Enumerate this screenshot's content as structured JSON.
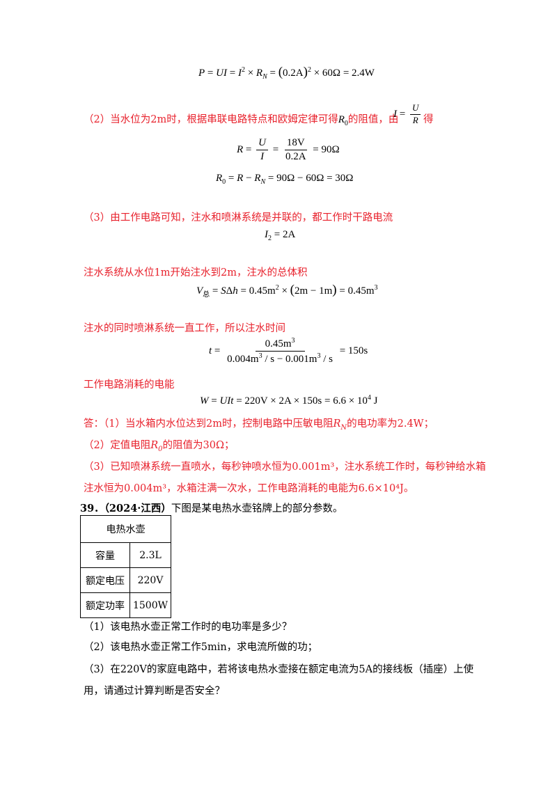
{
  "part2": {
    "text_before": "（2）当水位为2m时，根据串联电路特点和欧姆定律可得",
    "text_mid": "的阻值，由",
    "text_after": "得"
  },
  "part3": {
    "intro": "（3）由工作电路可知，注水和喷淋系统是并联的，都工作时干路电流",
    "volume_intro": "注水系统从水位1m开始注水到2m，注水的总体积",
    "time_intro": "注水的同时喷淋系统一直工作，所以注水时间",
    "energy_intro": "工作电路消耗的电能"
  },
  "answer": {
    "line1_a": "答：（1）当水箱内水位达到2m时，控制电路中压敏电阻",
    "line1_b": "的电功率为2.4W；",
    "line2_a": "（2）定值电阻",
    "line2_b": "的阻值为30Ω；",
    "line3": "（3）已知喷淋系统一直喷水，每秒钟喷水恒为0.001m³，注水系统工作时，每秒钟给水箱",
    "line4": "注水恒为0.004m³，水箱注满一次水，工作电路消耗的电能为6.6×10⁴J。"
  },
  "question39": {
    "number": "39．",
    "source": "（2024·江西）",
    "stem": "下图是某电热水壶铭牌上的部分参数。",
    "table": {
      "title": "电热水壶",
      "rows": [
        {
          "label": "容量",
          "value": "2.3L"
        },
        {
          "label": "额定电压",
          "value": "220V"
        },
        {
          "label": "额定功率",
          "value": "1500W"
        }
      ]
    },
    "q1": "（1）该电热水壶正常工作时的电功率是多少？",
    "q2": "（2）该电热水壶正常工作5min，求电流所做的功；",
    "q3_line1": "（3）在220V的家庭电路中，若将该电热水壶接在额定电流为5A的接线板（插座）上使",
    "q3_line2": "用，请通过计算判断是否安全？"
  }
}
